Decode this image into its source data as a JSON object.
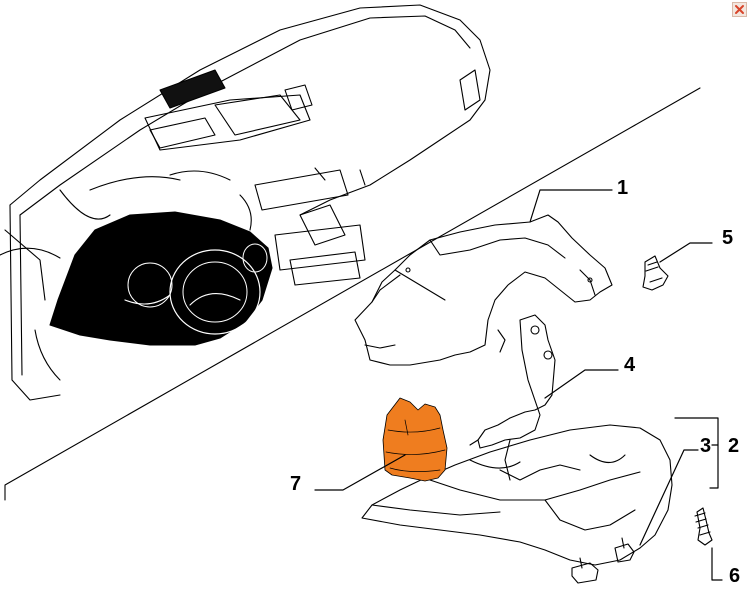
{
  "close_icon": "close-icon",
  "accent_color": "#ef7d1f",
  "callouts": {
    "c1": "1",
    "c2": "2",
    "c3": "3",
    "c4": "4",
    "c5": "5",
    "c6": "6",
    "c7": "7"
  }
}
